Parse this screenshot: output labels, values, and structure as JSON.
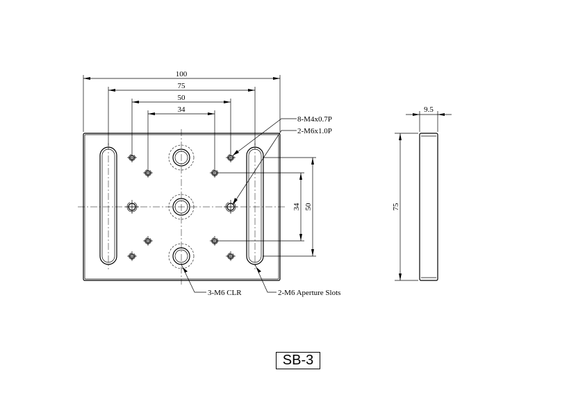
{
  "drawing": {
    "front_view": {
      "dimensions": {
        "width_overall": "100",
        "slot_spacing": "75",
        "m6_spacing_x": "50",
        "m4_spacing_x": "34",
        "m4_spacing_y": "34",
        "m6_spacing_y": "50"
      },
      "callouts": {
        "m4_holes": "8-M4x0.7P",
        "m6_threaded": "2-M6x1.0P",
        "m6_clearance": "3-M6 CLR",
        "slots": "2-M6 Aperture Slots"
      }
    },
    "side_view": {
      "dimensions": {
        "thickness": "9.5",
        "height": "75"
      }
    },
    "model_label": "SB-3"
  }
}
